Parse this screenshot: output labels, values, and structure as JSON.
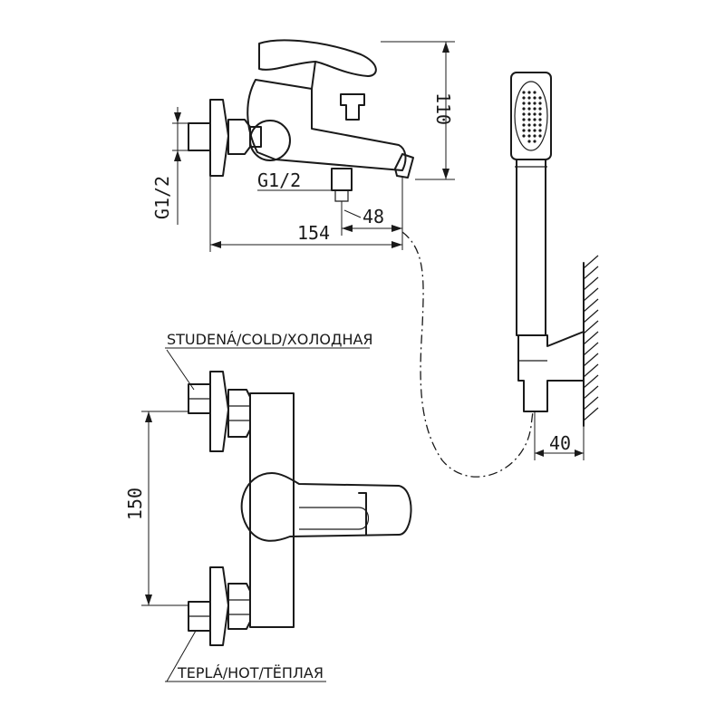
{
  "dimensions": {
    "height_top": "110",
    "thread_side": "G1/2",
    "thread_bottom": "G1/2",
    "offset": "48",
    "length": "154",
    "spacing": "150",
    "wall_distance": "40"
  },
  "labels": {
    "cold": "STUDENÁ/COLD/ХОЛОДНАЯ",
    "hot": "TEPLÁ/HOT/ТЁПЛАЯ"
  }
}
